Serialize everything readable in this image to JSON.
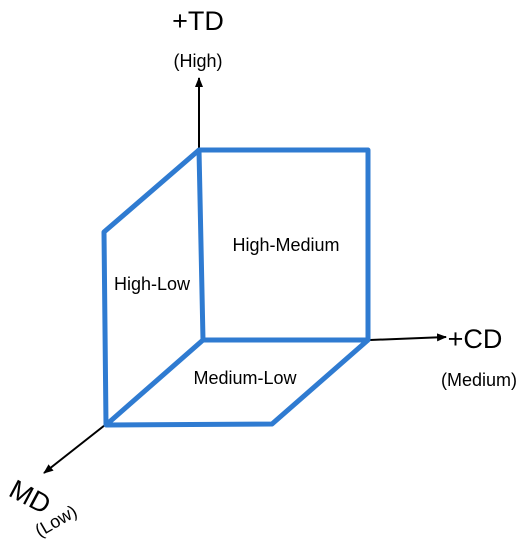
{
  "axes": {
    "td": {
      "label": "+TD",
      "sublabel": "(High)"
    },
    "cd": {
      "label": "+CD",
      "sublabel": "(Medium)"
    },
    "md": {
      "label": "MD",
      "sublabel": "(Low)"
    }
  },
  "faces": {
    "back": "High-Medium",
    "left": "High-Low",
    "bottom": "Medium-Low"
  },
  "colors": {
    "cube": "#2f7bd1",
    "axis": "#000000",
    "text": "#000000"
  }
}
